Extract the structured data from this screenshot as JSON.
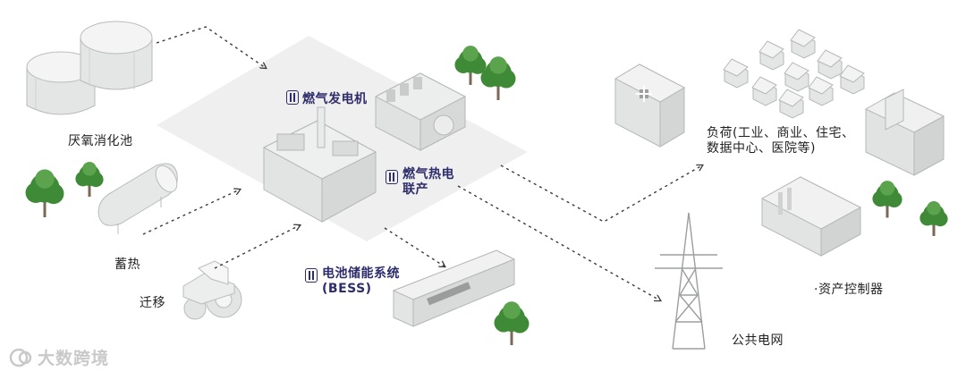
{
  "nodes": {
    "anaerobic_digester": "厌氧消化池",
    "heat_storage": "蓄热",
    "migration": "迁移",
    "gas_generator": "燃气发电机",
    "gas_chp": "燃气热电联产",
    "bess": "电池储能系统(BESS)",
    "load": "负荷(工业、商业、住宅、数据中心、医院等)",
    "asset_controller": "资产控制器",
    "public_grid": "公共电网"
  },
  "watermark": "大数跨境",
  "colors": {
    "label_accent": "#2e2c6b",
    "platform": "#eeefee",
    "equipment": "#e3e5e4",
    "equipment_line": "#b9bcbb",
    "tree": "#3f8a36",
    "arrow": "#3a3a3a"
  }
}
